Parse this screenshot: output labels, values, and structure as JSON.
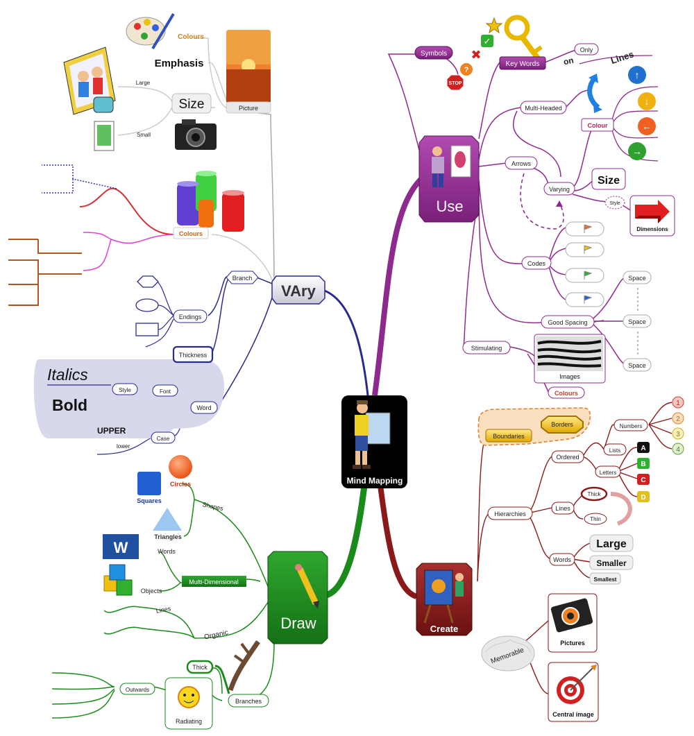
{
  "center": {
    "label": "Mind Mapping"
  },
  "hubs": {
    "use": "Use",
    "vary": "VAry",
    "draw": "Draw",
    "create": "Create"
  },
  "use": {
    "symbols": "Symbols",
    "stop": "STOP",
    "key_words": "Key Words",
    "on": "on",
    "only": "Only",
    "lines": "Lines",
    "multi_headed": "Multi-Headed",
    "arrows": "Arrows",
    "colour": "Colour",
    "varying": "Varying",
    "size": "Size",
    "style": "Style",
    "dimensions": "Dimensions",
    "codes": "Codes",
    "good_spacing": "Good Spacing",
    "space": [
      "Space",
      "Space",
      "Space"
    ],
    "stimulating": "Stimulating",
    "images": "Images",
    "colours": "Colours"
  },
  "vary": {
    "colours_top": "Colours",
    "emphasis": "Emphasis",
    "picture": "Picture",
    "large": "Large",
    "size": "Size",
    "small": "Small",
    "colours_mid": "Colours",
    "branch": "Branch",
    "endings": "Endings",
    "thickness": "Thickness",
    "italics": "Italics",
    "bold": "Bold",
    "style": "Style",
    "font": "Font",
    "word": "Word",
    "upper": "UPPER",
    "case": "Case",
    "lower": "lower"
  },
  "draw": {
    "circles": "Circles",
    "squares": "Squares",
    "shapes": "Shapes",
    "triangles": "Triangles",
    "words": "Words",
    "multi_dimensional": "Multi-Dimensional",
    "objects": "Objects",
    "lines": "Lines",
    "organic": "Organic",
    "thick": "Thick",
    "outwards": "Outwards",
    "branches": "Branches",
    "radiating": "Radiating"
  },
  "create": {
    "boundaries": "Boundaries",
    "borders": "Borders",
    "numbers": "Numbers",
    "num_items": [
      "1",
      "2",
      "3",
      "4"
    ],
    "lists": "Lists",
    "ordered": "Ordered",
    "letters": "Letters",
    "letter_items": [
      "A",
      "B",
      "C",
      "D"
    ],
    "hierarchies": "Hierarchies",
    "thick": "Thick",
    "lines": "Lines",
    "thin": "Thin",
    "words": "Words",
    "large": "Large",
    "smaller": "Smaller",
    "smallest": "Smallest",
    "memorable": "Memorable",
    "pictures": "Pictures",
    "central_image": "Central image"
  },
  "colors": {
    "use": "#8e2a8e",
    "vary": "#2a2a8e",
    "draw": "#1a8a1a",
    "create": "#8a1a1a"
  }
}
